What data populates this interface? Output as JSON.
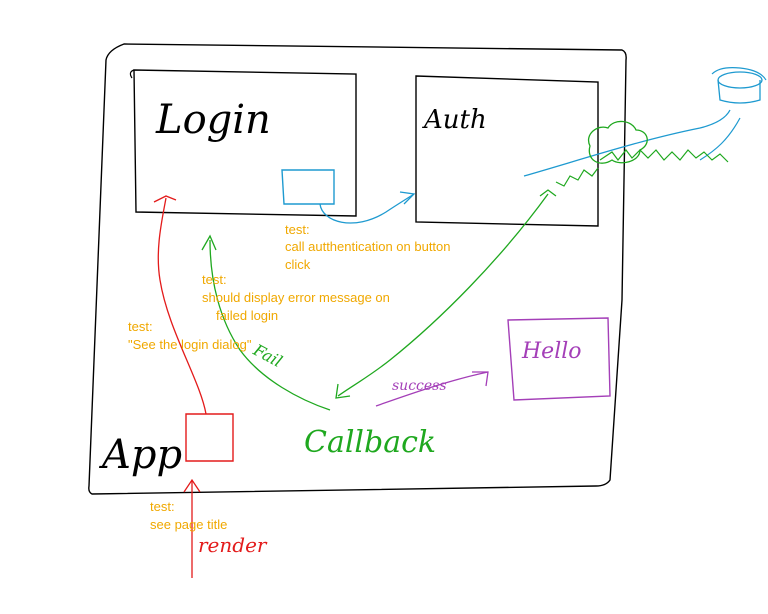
{
  "colors": {
    "ink": "#000000",
    "red": "#e31b1b",
    "blue": "#1e9ad0",
    "green": "#1fa81f",
    "purple": "#a43fb8",
    "note": "#f0a800"
  },
  "boxes": {
    "login_label": "Login",
    "auth_label": "Auth",
    "hello_label": "Hello",
    "app_label": "App"
  },
  "edges": {
    "fail_label": "Fail",
    "success_label": "success",
    "callback_label": "Callback",
    "render_label": "render"
  },
  "notes": {
    "auth_test": [
      "test:",
      "call autthentication on button",
      "click"
    ],
    "error_test": [
      "test:",
      "should display error message on",
      "failed login"
    ],
    "dialog_test": [
      "test:",
      "\"See the login dialog\""
    ],
    "title_test": [
      "test:",
      "see page title"
    ]
  },
  "icons": {
    "cloud": "cloud-icon",
    "database": "database-icon"
  }
}
